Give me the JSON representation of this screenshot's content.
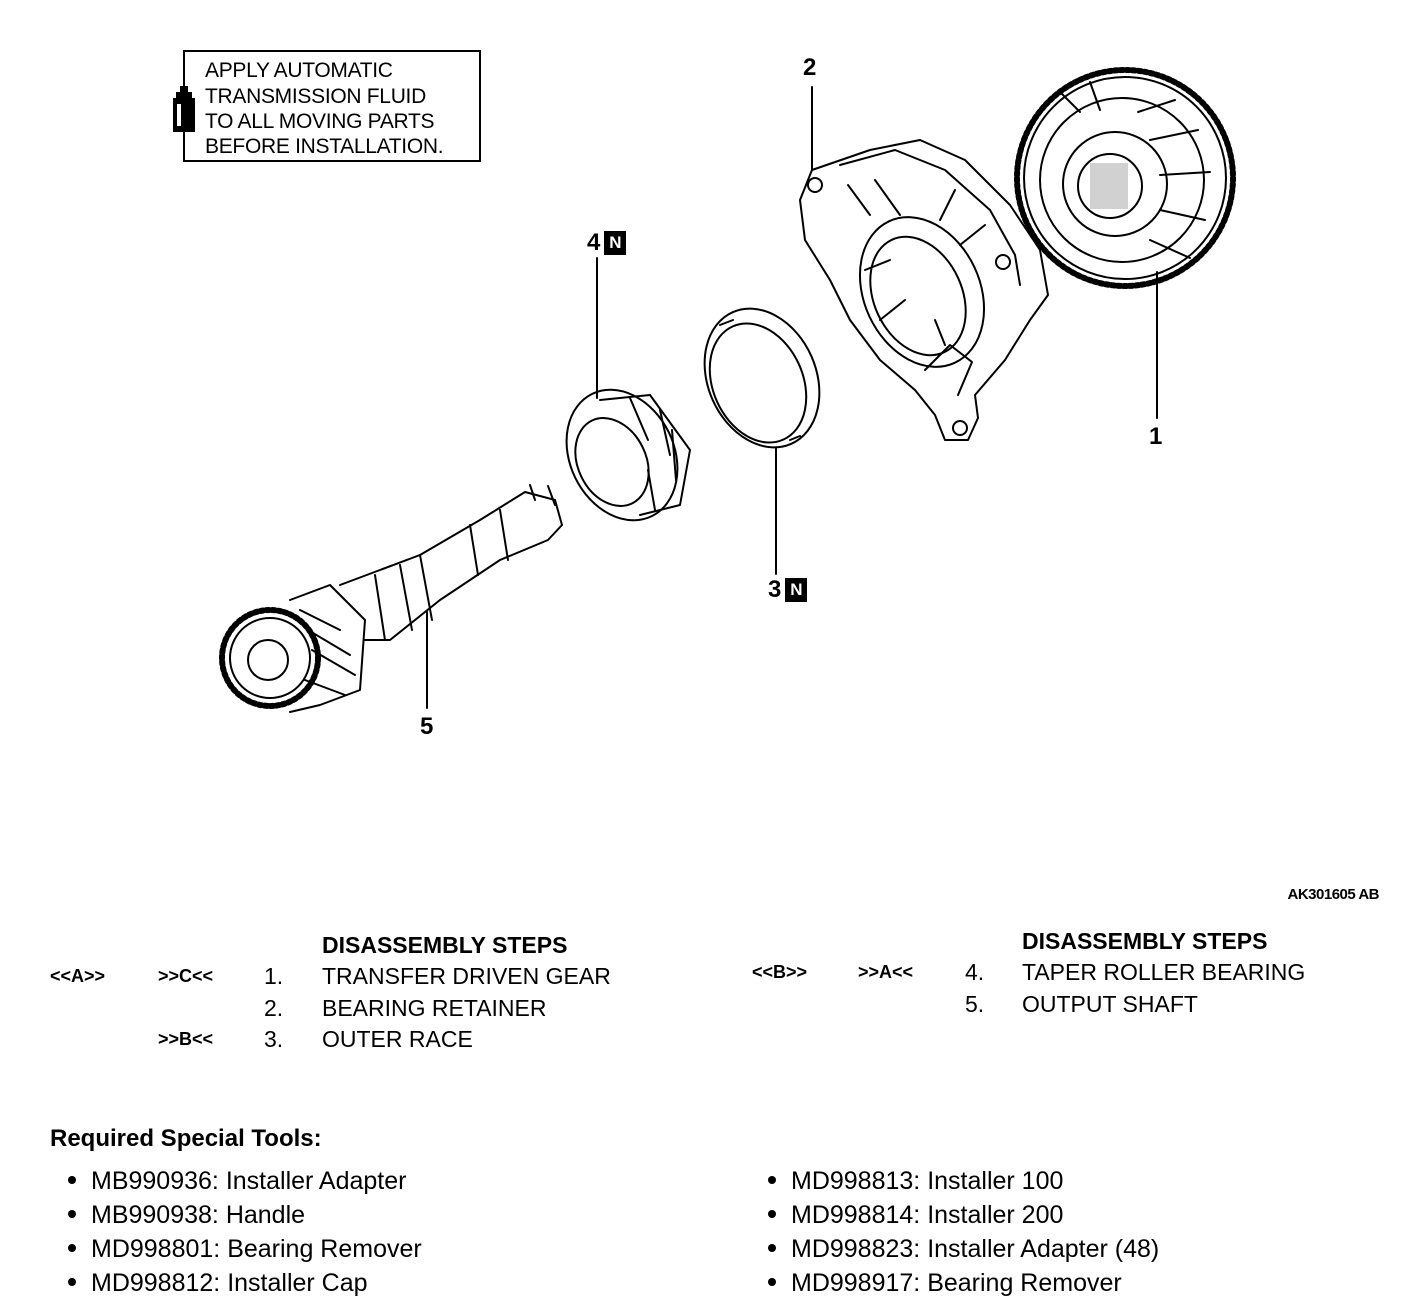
{
  "note": {
    "lines": [
      "APPLY AUTOMATIC",
      "TRANSMISSION FLUID",
      "TO ALL MOVING PARTS",
      "BEFORE INSTALLATION."
    ],
    "icon": "fluid-bottle-icon"
  },
  "callouts": {
    "c1": "1",
    "c2": "2",
    "c3": "3",
    "c3_badge": "N",
    "c4": "4",
    "c4_badge": "N",
    "c5": "5"
  },
  "figure_code": "AK301605 AB",
  "disassembly_left": {
    "heading": "DISASSEMBLY STEPS",
    "steps": [
      {
        "tag_a": "<<A>>",
        "tag_b": ">>C<<",
        "num": "1.",
        "label": "TRANSFER DRIVEN GEAR"
      },
      {
        "tag_a": "",
        "tag_b": "",
        "num": "2.",
        "label": "BEARING RETAINER"
      },
      {
        "tag_a": "",
        "tag_b": ">>B<<",
        "num": "3.",
        "label": "OUTER RACE"
      }
    ]
  },
  "disassembly_right": {
    "heading": "DISASSEMBLY STEPS",
    "steps": [
      {
        "tag_a": "<<B>>",
        "tag_b": ">>A<<",
        "num": "4.",
        "label": "TAPER ROLLER BEARING"
      },
      {
        "tag_a": "",
        "tag_b": "",
        "num": "5.",
        "label": "OUTPUT SHAFT"
      }
    ]
  },
  "tools": {
    "heading": "Required Special Tools:",
    "left": [
      "MB990936: Installer Adapter",
      "MB990938: Handle",
      "MD998801: Bearing Remover",
      "MD998812: Installer Cap"
    ],
    "right": [
      "MD998813: Installer 100",
      "MD998814: Installer 200",
      "MD998823: Installer Adapter (48)",
      "MD998917: Bearing Remover"
    ]
  }
}
